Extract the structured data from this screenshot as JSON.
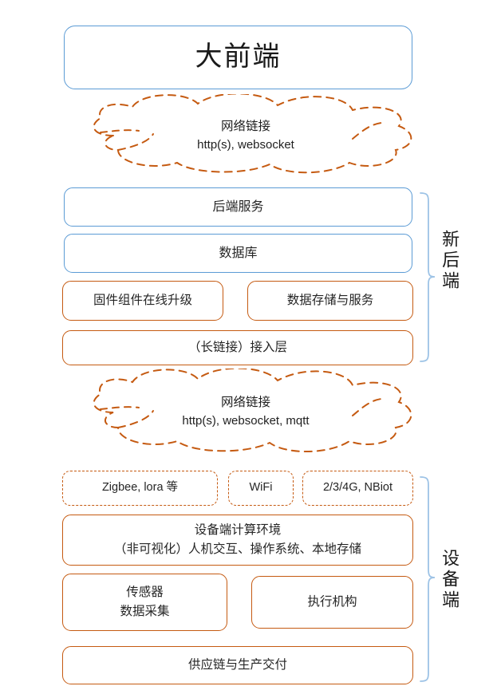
{
  "diagram": {
    "title": "大前端",
    "colors": {
      "blue": "#5B9BD5",
      "orange": "#C55A11",
      "bracket": "#9DC3E6",
      "text": "#262626"
    },
    "clouds": [
      {
        "name": "network-link-frontend",
        "line1": "网络链接",
        "line2": "http(s), websocket"
      },
      {
        "name": "network-link-device",
        "line1": "网络链接",
        "line2": "http(s), websocket, mqtt"
      }
    ],
    "backend": {
      "bracket_label": "新后端",
      "boxes": [
        {
          "label": "后端服务",
          "style": "blue"
        },
        {
          "label": "数据库",
          "style": "blue"
        },
        {
          "label": "固件组件在线升级",
          "style": "orange"
        },
        {
          "label": "数据存储与服务",
          "style": "orange"
        },
        {
          "label": "（长链接）接入层",
          "style": "orange"
        }
      ]
    },
    "device": {
      "bracket_label": "设备端",
      "radios": [
        {
          "label": "Zigbee, lora 等",
          "style": "orange-dashed"
        },
        {
          "label": "WiFi",
          "style": "orange-dashed"
        },
        {
          "label": "2/3/4G, NBiot",
          "style": "orange-dashed"
        }
      ],
      "compute": {
        "line1": "设备端计算环境",
        "line2": "（非可视化）人机交互、操作系统、本地存储"
      },
      "sensor": {
        "line1": "传感器",
        "line2": "数据采集"
      },
      "actuator": {
        "label": "执行机构"
      },
      "supply": {
        "label": "供应链与生产交付"
      }
    }
  }
}
